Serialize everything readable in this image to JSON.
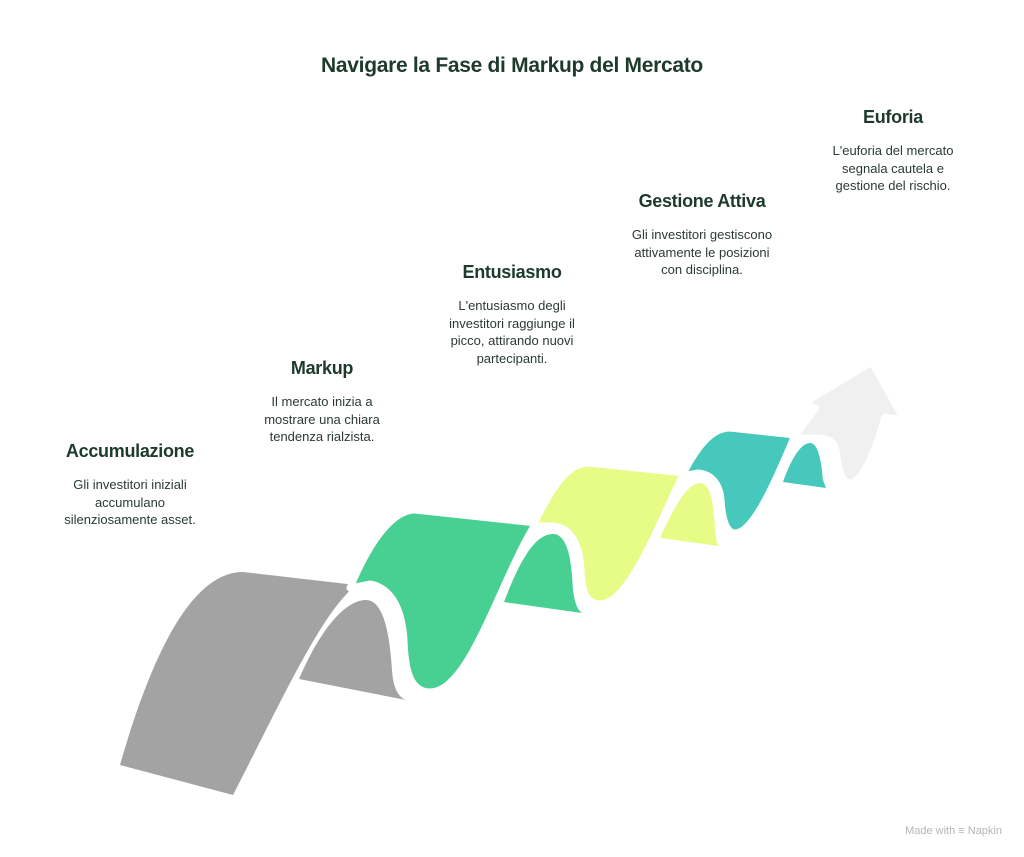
{
  "title": "Navigare la Fase di Markup del Mercato",
  "steps": [
    {
      "label": "Accumulazione",
      "desc": [
        "Gli investitori iniziali",
        "accumulano",
        "silenziosamente asset."
      ],
      "color": "#a3a3a3"
    },
    {
      "label": "Markup",
      "desc": [
        "Il mercato inizia a",
        "mostrare una chiara",
        "tendenza rialzista."
      ],
      "color": "#48cf92"
    },
    {
      "label": "Entusiasmo",
      "desc": [
        "L'entusiasmo degli",
        "investitori raggiunge il",
        "picco, attirando nuovi",
        "partecipanti."
      ],
      "color": "#e7fc86"
    },
    {
      "label": "Gestione Attiva",
      "desc": [
        "Gli investitori gestiscono",
        "attivamente le posizioni",
        "con disciplina."
      ],
      "color": "#46c9bc"
    },
    {
      "label": "Euforia",
      "desc": [
        "L'euforia del mercato",
        "segnala cautela e",
        "gestione del rischio."
      ],
      "color": "#f0f0f0"
    }
  ],
  "footer": {
    "made_with": "Made with",
    "brand": "Napkin"
  }
}
